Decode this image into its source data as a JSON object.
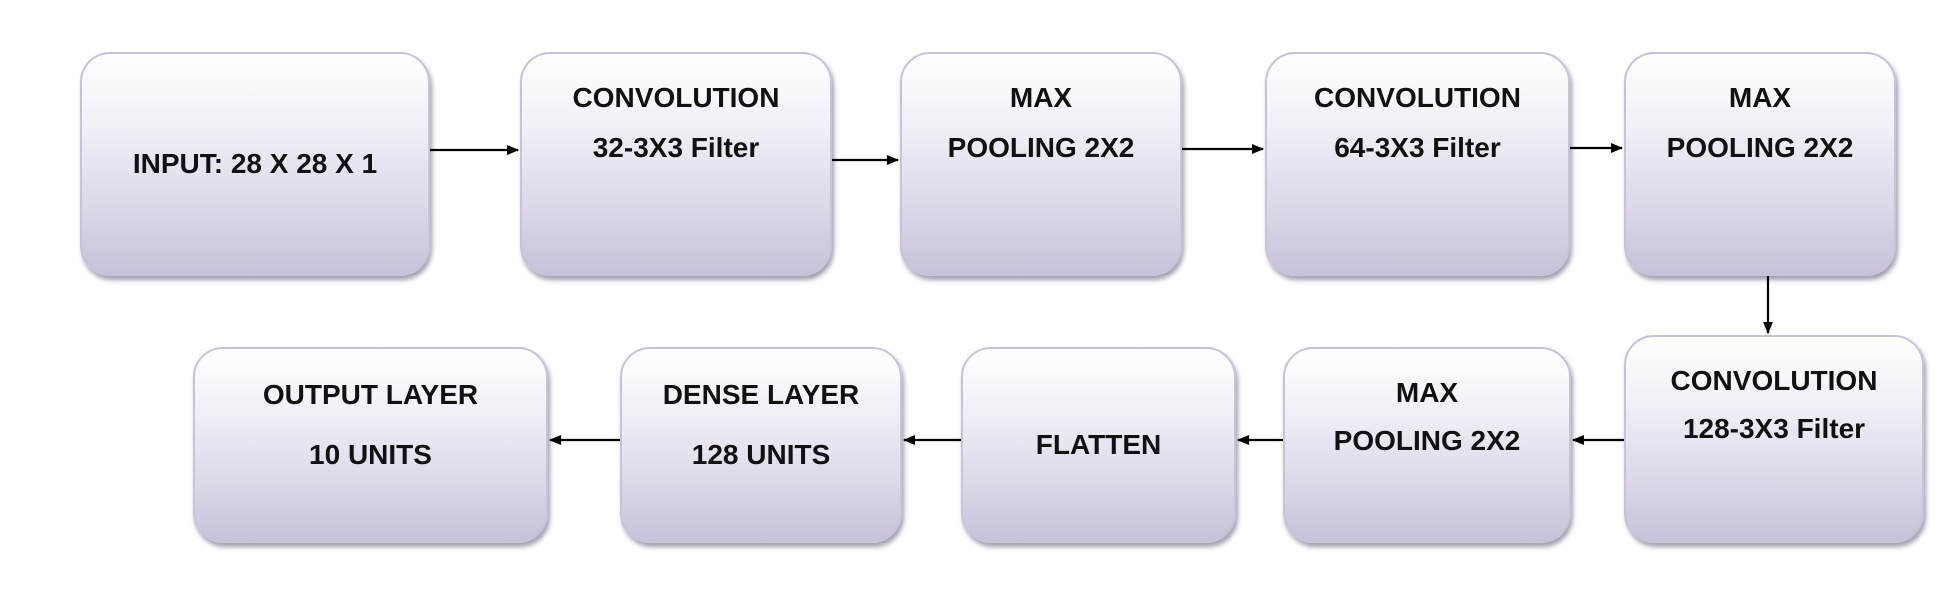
{
  "blocks": {
    "input": {
      "lines": [
        "INPUT: 28 X 28 X 1"
      ]
    },
    "conv1": {
      "lines": [
        "CONVOLUTION",
        "32-3X3 Filter"
      ]
    },
    "pool1": {
      "lines": [
        "MAX",
        "POOLING 2X2"
      ]
    },
    "conv2": {
      "lines": [
        "CONVOLUTION",
        "64-3X3 Filter"
      ]
    },
    "pool2": {
      "lines": [
        "MAX",
        "POOLING 2X2"
      ]
    },
    "conv3": {
      "lines": [
        "CONVOLUTION",
        "128-3X3 Filter"
      ]
    },
    "pool3": {
      "lines": [
        "MAX",
        "POOLING 2X2"
      ]
    },
    "flatten": {
      "lines": [
        "FLATTEN"
      ]
    },
    "dense": {
      "lines": [
        "DENSE LAYER",
        "128 UNITS"
      ]
    },
    "output": {
      "lines": [
        "OUTPUT LAYER",
        "10 UNITS"
      ]
    }
  },
  "edges": [
    {
      "from": "input",
      "to": "conv1"
    },
    {
      "from": "conv1",
      "to": "pool1"
    },
    {
      "from": "pool1",
      "to": "conv2"
    },
    {
      "from": "conv2",
      "to": "pool2"
    },
    {
      "from": "pool2",
      "to": "conv3"
    },
    {
      "from": "conv3",
      "to": "pool3"
    },
    {
      "from": "pool3",
      "to": "flatten"
    },
    {
      "from": "flatten",
      "to": "dense"
    },
    {
      "from": "dense",
      "to": "output"
    }
  ],
  "colors": {
    "block_border": "#c9c2d8",
    "block_fill_top": "#ffffff",
    "block_fill_bottom": "#c9c1da",
    "text": "#111111",
    "arrow": "#000000"
  }
}
